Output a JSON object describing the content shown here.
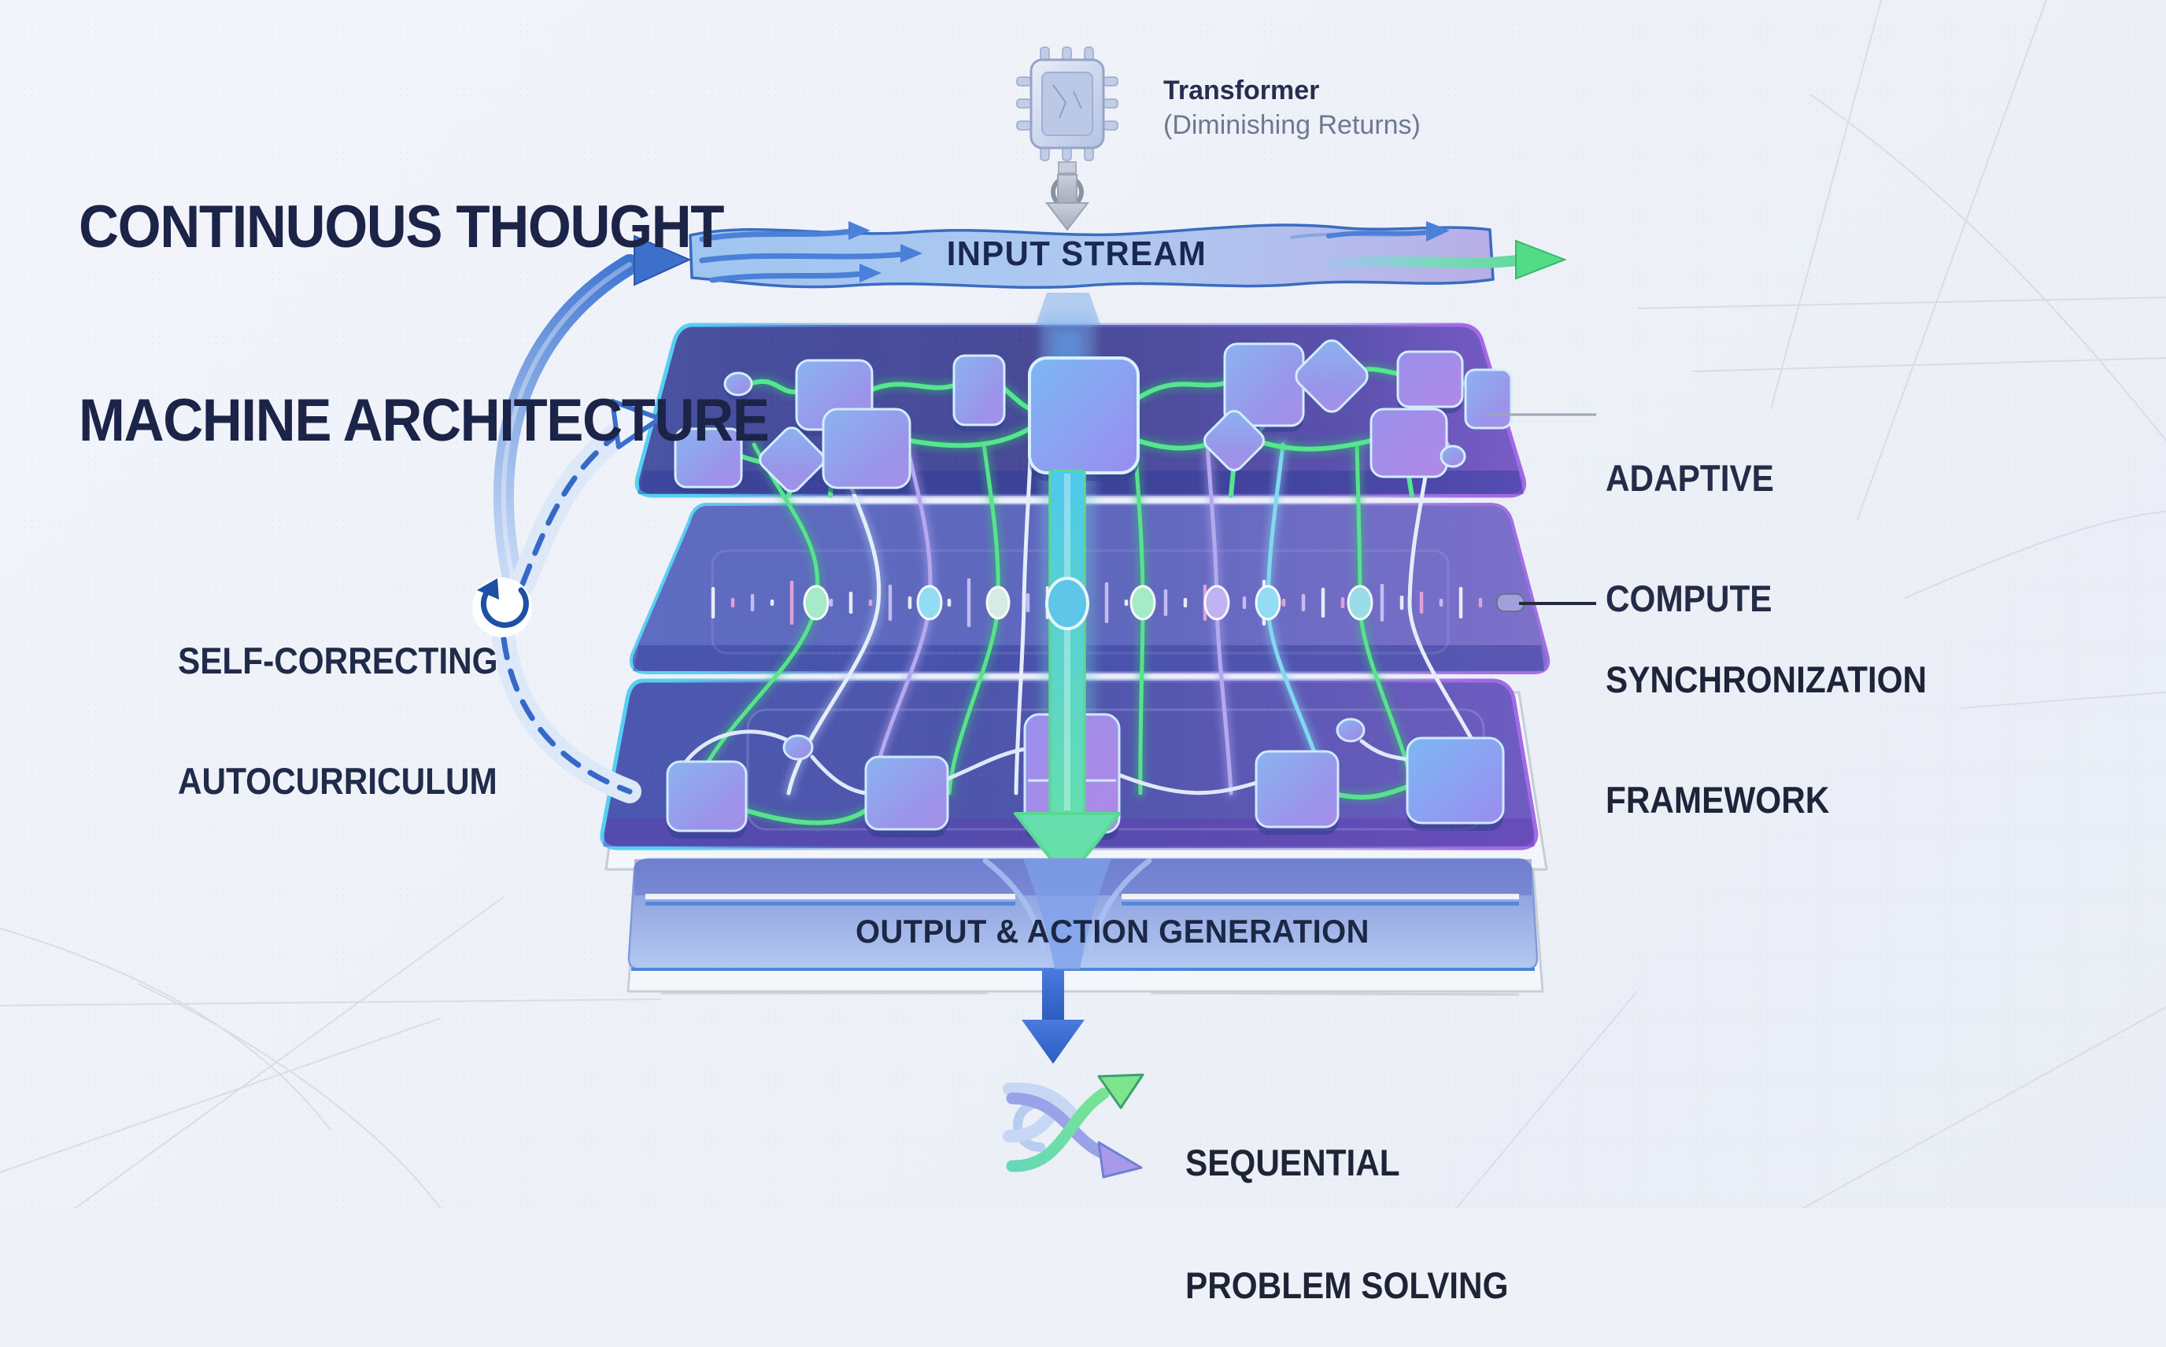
{
  "title": {
    "line1": "CONTINUOUS THOUGHT",
    "line2": "MACHINE ARCHITECTURE"
  },
  "transformer": {
    "label": "Transformer",
    "note": "(Diminishing Returns)"
  },
  "flow": {
    "input_banner": "INPUT STREAM",
    "output_banner": "OUTPUT & ACTION GENERATION"
  },
  "callouts": {
    "adaptive_compute": {
      "line1": "ADAPTIVE",
      "line2": "COMPUTE"
    },
    "synchronization_framework": {
      "line1": "SYNCHRONIZATION",
      "line2": "FRAMEWORK"
    },
    "self_correcting_autocurriculum": {
      "line1": "SELF-CORRECTING",
      "line2": "AUTOCURRICULUM"
    },
    "sequential_problem_solving": {
      "line1": "SEQUENTIAL",
      "line2": "PROBLEM SOLVING"
    }
  },
  "colors": {
    "background": "#eef1f7",
    "text_navy": "#1d2547",
    "layer_indigo": "#4f55a8",
    "layer_cyan_edge": "#55d0f2",
    "layer_purple_edge": "#a26ae6",
    "ribbon_blue": "#aac9f1",
    "flow_green": "#57e38c",
    "flow_cyan": "#52c8ec",
    "arrow_blue": "#3b72d0",
    "leader_gray": "#9aa6b6",
    "leader_dark": "#232a40"
  }
}
